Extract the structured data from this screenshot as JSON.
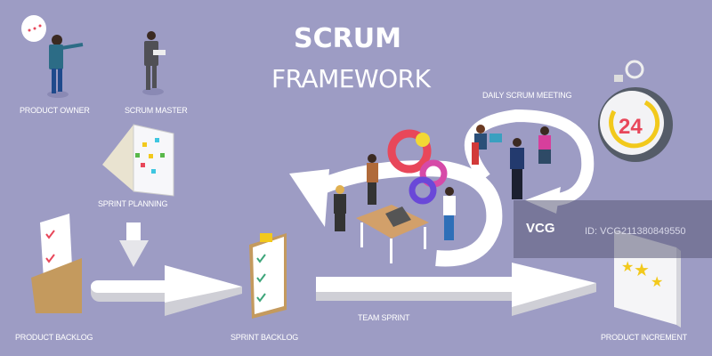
{
  "title": {
    "line1": "SCRUM",
    "line2": "FRAMEWORK"
  },
  "roles": [
    {
      "label": "PRODUCT OWNER"
    },
    {
      "label": "SCRUM MASTER"
    }
  ],
  "stages": {
    "sprint_planning": "SPRINT PLANNING",
    "product_backlog": "PRODUCT BACKLOG",
    "sprint_backlog": "SPRINT BACKLOG",
    "team_sprint": "TEAM SPRINT",
    "daily_scrum": "DAILY SCRUM MEETING",
    "product_increment": "PRODUCT INCREMENT"
  },
  "stopwatch": {
    "value": "24"
  },
  "watermark": {
    "logo": "VCG",
    "id": "ID: VCG211380849550"
  },
  "colors": {
    "background": "#9d9cc4",
    "arrow": "#ffffff",
    "arrow_side": "#cfcfd6",
    "accent_red": "#e8475a",
    "accent_yellow": "#f2c91c"
  }
}
